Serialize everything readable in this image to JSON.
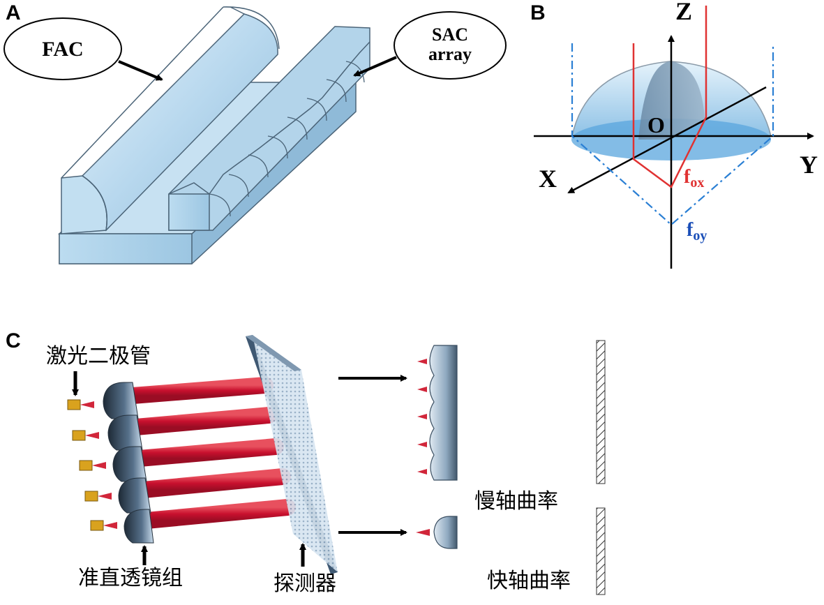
{
  "panels": {
    "a": "A",
    "b": "B",
    "c": "C"
  },
  "panel_a": {
    "fac_label": "FAC",
    "sac_label_line1": "SAC",
    "sac_label_line2": "array"
  },
  "panel_b": {
    "axis_z": "Z",
    "axis_x": "X",
    "axis_y": "Y",
    "origin": "O",
    "fox_main": "f",
    "fox_sub": "ox",
    "foy_main": "f",
    "foy_sub": "oy"
  },
  "panel_c": {
    "laser_diode": "激光二极管",
    "collimator_group": "准直透镜组",
    "detector": "探测器",
    "slow_axis": "慢轴曲率",
    "fast_axis": "快轴曲率"
  },
  "colors": {
    "lens_light": "#cfe6f5",
    "lens_mid": "#a9cde6",
    "lens_dark": "#5f7f95",
    "beam_red": "#c8102e",
    "fox_red": "#e03232",
    "foy_blue": "#1b4fb8",
    "dashed_blue": "#2a7fd4",
    "diode_gold": "#d9a21e"
  }
}
